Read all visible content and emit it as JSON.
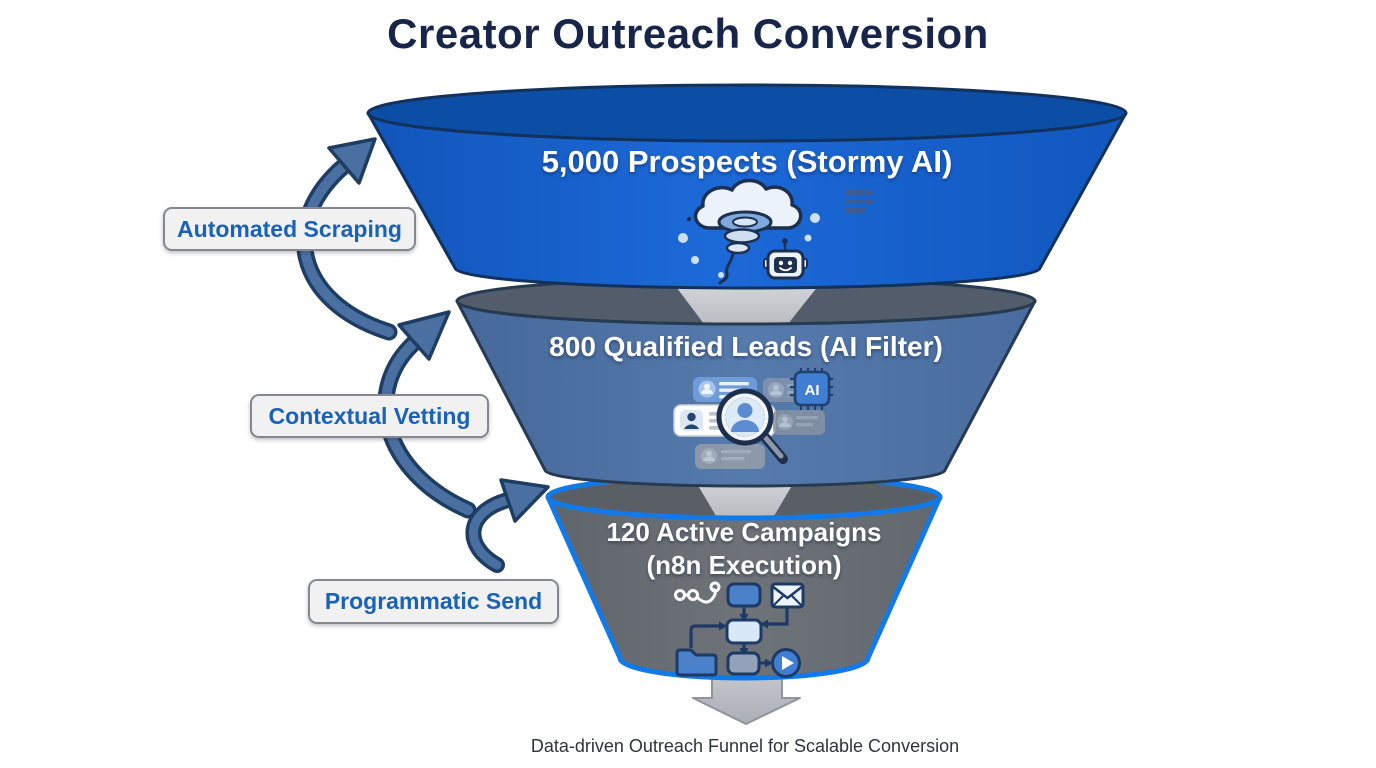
{
  "title": "Creator Outreach Conversion",
  "caption": "Data-driven Outreach Funnel for Scalable Conversion",
  "funnel": {
    "stages": [
      {
        "name": "prospects",
        "label": "5,000 Prospects (Stormy AI)",
        "value": "5,000",
        "icon": "tornado-robot-icon",
        "color": "#1561cd"
      },
      {
        "name": "qualified-leads",
        "label": "800 Qualified Leads (AI Filter)",
        "value": "800",
        "icon": "profile-cards-magnifier-icon",
        "color": "#4d6fa0"
      },
      {
        "name": "active-campaigns",
        "label_line1": "120 Active Campaigns",
        "label_line2": "(n8n Execution)",
        "value": "120",
        "icon": "workflow-nodes-icon",
        "color": "#676c73",
        "border_color": "#1778e8"
      }
    ]
  },
  "side_labels": [
    {
      "label": "Automated Scraping"
    },
    {
      "label": "Contextual Vetting"
    },
    {
      "label": "Programmatic Send"
    }
  ],
  "icons": {
    "ai_chip_label": "AI"
  },
  "colors": {
    "title_text": "#18254a",
    "side_label_text": "#1a62b8",
    "stage1_fill": "#1561cd",
    "stage2_fill": "#4d6fa0",
    "stage3_fill": "#676c73",
    "stage3_border": "#1778e8",
    "arrow_fill": "#4a70a2",
    "arrow_outline": "#1e3d63"
  }
}
